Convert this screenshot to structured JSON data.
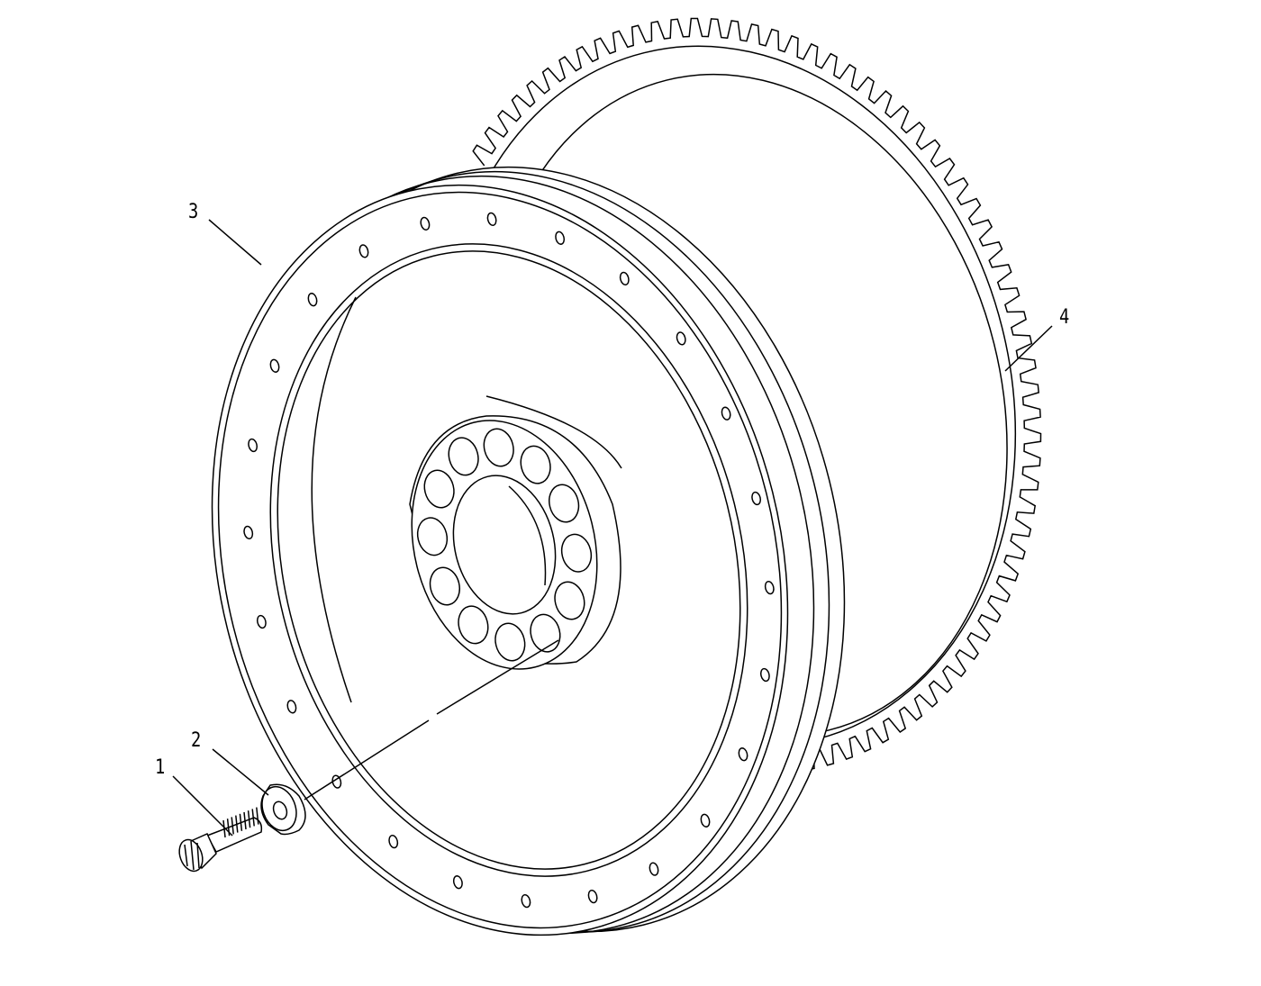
{
  "diagram": {
    "colors": {
      "line": "#000000",
      "background": "#ffffff"
    },
    "callouts": [
      {
        "id": "1",
        "label": "1"
      },
      {
        "id": "2",
        "label": "2"
      },
      {
        "id": "3",
        "label": "3"
      },
      {
        "id": "4",
        "label": "4"
      }
    ],
    "ring_gear_tooth_count": 96,
    "rim_bolt_hole_count": 24,
    "hub_bolt_hole_count": 12
  }
}
